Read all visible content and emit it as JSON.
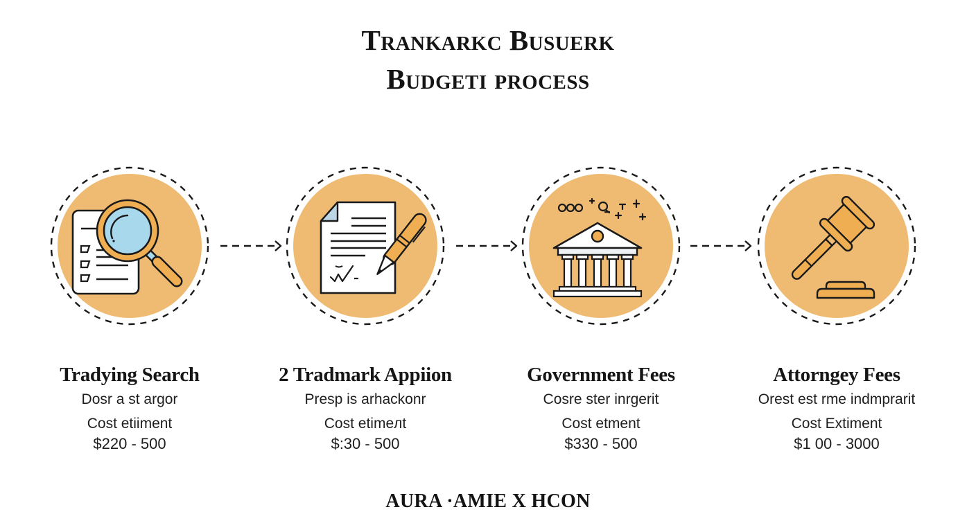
{
  "header": {
    "title_line1": "Trankarkc Busuerk",
    "title_line2": "Budgeti process"
  },
  "colors": {
    "circle_fill": "#EFBB73",
    "outline": "#1a1a1a",
    "accent_orange": "#EFAE52",
    "glass_blue": "#A8D8EC",
    "paper_corner_blue": "#BCD6E6",
    "background": "#FFFFFF"
  },
  "steps": [
    {
      "icon": "magnifier-document-icon",
      "title": "Tradying Search",
      "description": "Dosr a st argor",
      "cost_label": "Cost etiiment",
      "cost_value": "$220 - 500"
    },
    {
      "icon": "document-pen-icon",
      "title": "2 Tradmark Appiion",
      "description": "Presp is arhackonr",
      "cost_label": "Cost etimeлt",
      "cost_value": "$:30 - 500"
    },
    {
      "icon": "government-building-icon",
      "title": "Government Fees",
      "description": "Cosre ster inrgerit",
      "cost_label": "Cost etment",
      "cost_value": "$330 - 500",
      "decor_symbols": "ooo +Q T + + +"
    },
    {
      "icon": "gavel-icon",
      "title": "Attorngey Fees",
      "description": "Orest est rme indmprarit",
      "cost_label": "Cost Extiment",
      "cost_value": "$1 00 - 3000"
    }
  ],
  "arrows": [
    {
      "icon": "dashed-arrow-right-icon"
    },
    {
      "icon": "dashed-arrow-right-icon"
    },
    {
      "icon": "dashed-arrow-right-icon"
    }
  ],
  "footer": {
    "text": "AURA ·AMIE X HCON"
  }
}
